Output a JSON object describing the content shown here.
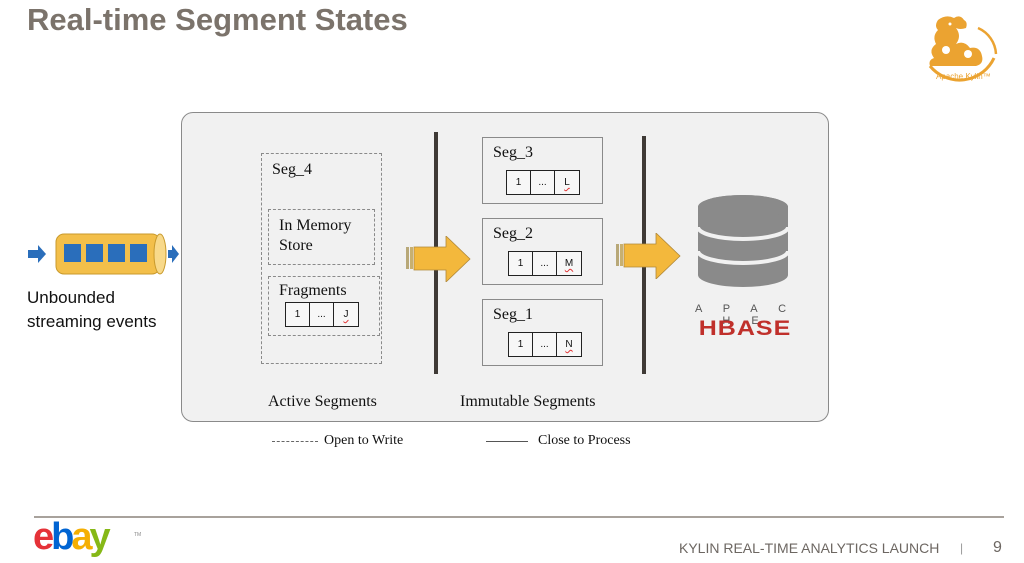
{
  "slide": {
    "title": "Real-time Segment States",
    "page_number": "9",
    "footer_text": "KYLIN REAL-TIME ANALYTICS LAUNCH",
    "footer_separator": "|",
    "logos": {
      "kylin_label": "Apache Kylin™",
      "ebay_letters": [
        "e",
        "b",
        "a",
        "y"
      ],
      "ebay_colors": [
        "#e53238",
        "#0064d2",
        "#f5af02",
        "#86b817"
      ],
      "ebay_tm": "TM",
      "hbase_top": "A P A C H E",
      "hbase_bottom": "HBASE"
    }
  },
  "source": {
    "label_line1": "Unbounded",
    "label_line2": "streaming events",
    "event_count": 4
  },
  "active": {
    "segment_name": "Seg_4",
    "memory_store_line1": "In Memory",
    "memory_store_line2": "Store",
    "fragments_label": "Fragments",
    "fragments": [
      "1",
      "...",
      "J"
    ],
    "group_label": "Active Segments"
  },
  "immutable": {
    "segments": [
      {
        "name": "Seg_3",
        "fragments": [
          "1",
          "...",
          "L"
        ]
      },
      {
        "name": "Seg_2",
        "fragments": [
          "1",
          "...",
          "M"
        ]
      },
      {
        "name": "Seg_1",
        "fragments": [
          "1",
          "...",
          "N"
        ]
      }
    ],
    "group_label": "Immutable Segments"
  },
  "legend": {
    "dashed": "Open to Write",
    "solid": "Close to Process"
  },
  "colors": {
    "title": "#7b736b",
    "arrow": "#f3b83c",
    "queue": "#f3bf4a",
    "event": "#2a6ebb",
    "hbase_red": "#c0302b",
    "db_gray": "#8a8a8a"
  }
}
